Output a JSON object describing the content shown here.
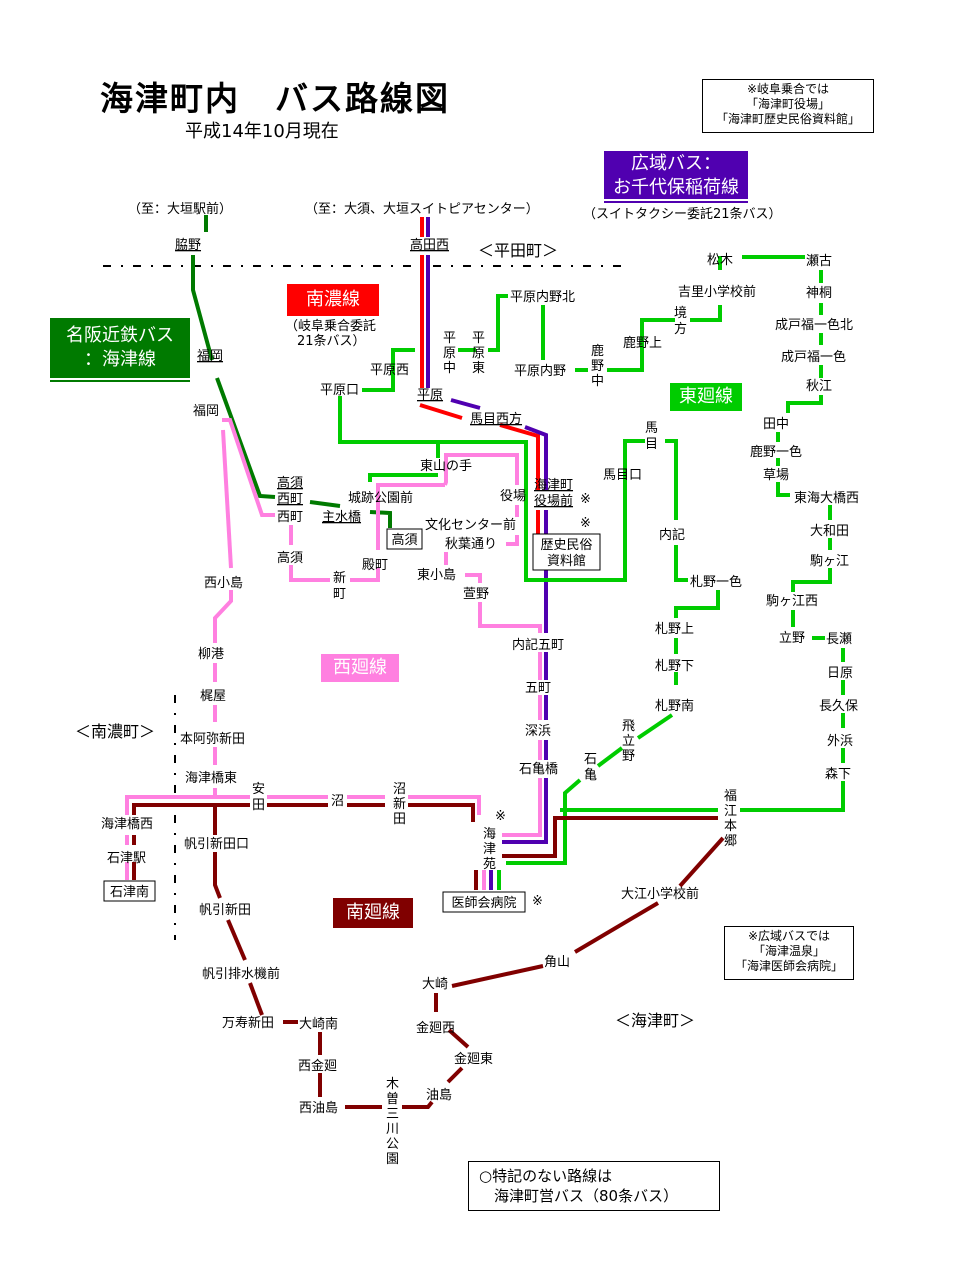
{
  "header": {
    "title": "海津町内　バス路線図",
    "subtitle": "平成14年10月現在"
  },
  "notes": {
    "gifu": [
      "※岐阜乗合では",
      "「海津町役場」",
      "「海津町歴史民俗資料館」"
    ],
    "kouiki": [
      "※広域バスでは",
      "「海津温泉」",
      "「海津医師会病院」"
    ],
    "legend": [
      "○特記のない路線は",
      "　海津町営バス（80条バス）"
    ]
  },
  "colors": {
    "meihan": "#007a00",
    "nanno": "#ff0000",
    "kouiki": "#5000b0",
    "higashi": "#00cc00",
    "nishi": "#ff80e0",
    "minami": "#800000"
  },
  "routes": {
    "meihan": {
      "label": "名阪近鉄バス\n：海津線"
    },
    "nanno": {
      "label": "南濃線",
      "sub": [
        "（岐阜乗合委託",
        "21条バス）"
      ]
    },
    "kouiki": {
      "label": "広域バス：\nお千代保稲荷線",
      "sub": "（スイトタクシー委託21条バス）"
    },
    "higashi": {
      "label": "東廻線"
    },
    "nishi": {
      "label": "西廻線"
    },
    "minami": {
      "label": "南廻線"
    }
  },
  "areas": {
    "hirata": "＜平田町＞",
    "nanno": "＜南濃町＞",
    "kaizu": "＜海津町＞"
  },
  "destinations": {
    "ogaki_st": "（至：大垣駅前）",
    "osu": "（至：大須、大垣スイトピアセンター）"
  },
  "stops": {
    "wakino": "脇野",
    "fukuoka1": "福岡",
    "fukuoka2": "福岡",
    "takasu_nishimachi": "高須\n西町",
    "nishimachi": "西町",
    "shusuibashi": "主水橋",
    "takasu_box": "高須",
    "takasu": "高須",
    "shinmachi": "新\n町",
    "tonomachi": "殿町",
    "joseki": "城跡公園前",
    "higashiyama": "東山の手",
    "yakuba": "役場",
    "bunka": "文化センター前",
    "akiba": "秋葉通り",
    "higashikojima": "東小島",
    "kayano": "萱野",
    "naiki_gocho": "内記五町",
    "gocho": "五町",
    "fukahama": "深浜",
    "ishigamebashi": "石亀橋",
    "kaizuen": "海\n津\n苑",
    "ishikai_box": "医師会病院",
    "ishikai_mark": "※",
    "takadanishi": "高田西",
    "hirahara": "平原",
    "mameniishikata": "馬目西方",
    "yakubamae": "海津町\n役場前",
    "yakubamae_mark": "※",
    "rekishi_box": "歴史民俗\n資料館",
    "rekishi_mark": "※",
    "hiraharaguchi": "平原口",
    "hiraharanishi": "平原西",
    "hiraharanaka": "平\n原\n中",
    "hiraharahigashi": "平\n原\n東",
    "hirauchino_kita": "平原内野北",
    "hirauchino": "平原内野",
    "kanonaka": "鹿\n野\n中",
    "kanokami": "鹿野上",
    "sakaigata": "境\n方",
    "yoshizato": "吉里小学校前",
    "matsuki": "松木",
    "seko": "瀬古",
    "kanbora": "神桐",
    "narutofuku_kita": "成戸福一色北",
    "narutofuku": "成戸福一色",
    "akie": "秋江",
    "tanaka": "田中",
    "kanoisshiki": "鹿野一色",
    "kusaba": "草場",
    "tokai": "東海大橋西",
    "owada": "大和田",
    "komagae": "駒ヶ江",
    "komagae_nishi": "駒ヶ江西",
    "tatsuno": "立野",
    "nagase": "長瀬",
    "hibara": "日原",
    "nagakubo": "長久保",
    "sotohama": "外浜",
    "morishita": "森下",
    "mame": "馬\n目",
    "mameguchi": "馬目口",
    "naiki": "内記",
    "sappo_isshiki": "札野一色",
    "sappo_kami": "札野上",
    "sappo_shimo": "札野下",
    "sappo_minami": "札野南",
    "hitatsuno": "飛\n立\n野",
    "ishigame": "石\n亀",
    "fukue": "福\n江\n本\n郷",
    "nishikojima": "西小島",
    "yanagiminato": "柳港",
    "kajiya": "梶屋",
    "honami": "本阿弥新田",
    "kaizubashi_higashi": "海津橋東",
    "yasuda": "安\n田",
    "numa": "沼",
    "numashinden": "沼\n新\n田",
    "kaizubashi_nishi": "海津橋西",
    "ishizu_st": "石津駅",
    "ishizu_minami": "石津南",
    "hobiki_guchi": "帆引新田口",
    "hobiki": "帆引新田",
    "hobiki_haisui": "帆引排水機前",
    "manju": "万寿新田",
    "osaki_minami": "大崎南",
    "nishikanawa": "西金廻",
    "nishiaburajima": "西油島",
    "kiso": "木\n曽\n三\n川\n公\n園",
    "aburajima": "油島",
    "kanawa_higashi": "金廻東",
    "kanawa_nishi": "金廻西",
    "osaki": "大崎",
    "kadoyama": "角山",
    "oe": "大江小学校前"
  }
}
